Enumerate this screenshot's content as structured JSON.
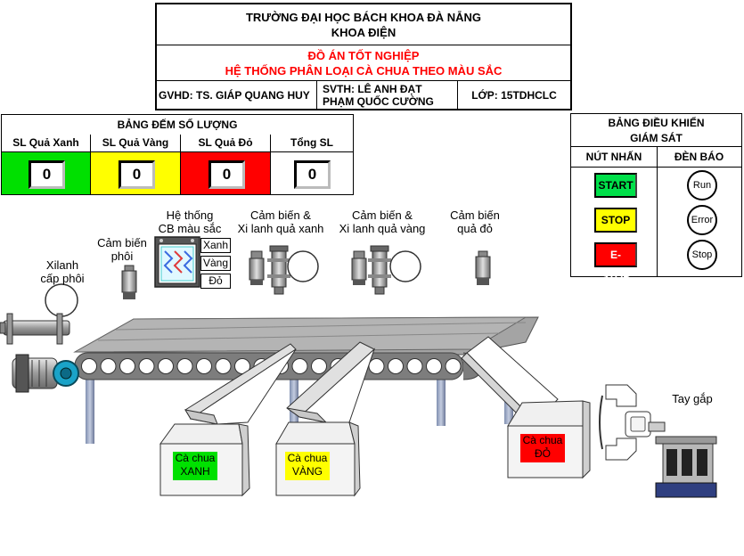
{
  "header": {
    "university": "TRƯỜNG ĐẠI HỌC BÁCH KHOA ĐÀ NẴNG",
    "faculty": "KHOA ĐIỆN",
    "project_line1": "ĐỒ ÁN TỐT NGHIỆP",
    "project_line2": "HỆ THỐNG PHÂN LOẠI CÀ CHUA THEO MÀU SẮC",
    "advisor": "GVHD: TS. GIÁP QUANG HUY",
    "students_line1": "SVTH: LÊ ANH ĐẠT",
    "students_line2": "PHẠM QUỐC CƯỜNG",
    "class": "LỚP: 15TDHCLC"
  },
  "counter": {
    "title": "BẢNG ĐẾM SỐ LƯỢNG",
    "columns": [
      {
        "label": "SL Quả Xanh",
        "value": "0",
        "color": "#00e000",
        "text_color": "#000000"
      },
      {
        "label": "SL Quả Vàng",
        "value": "0",
        "color": "#ffff00",
        "text_color": "#000000"
      },
      {
        "label": "SL Quả Đỏ",
        "value": "0",
        "color": "#ff0000",
        "text_color": "#000000"
      },
      {
        "label": "Tổng SL",
        "value": "0",
        "color": "#ffffff",
        "text_color": "#000000"
      }
    ]
  },
  "control": {
    "title_line1": "BẢNG ĐIỀU KHIỂN",
    "title_line2": "GIÁM SÁT",
    "buttons_header": "NÚT NHẤN",
    "lamps_header": "ĐÈN BÁO",
    "buttons": [
      {
        "label": "START",
        "color": "#00e04a",
        "text_color": "#000000"
      },
      {
        "label": "STOP",
        "color": "#ffff00",
        "text_color": "#000000"
      },
      {
        "label": "E-STOP",
        "color": "#ff0000",
        "text_color": "#ffffff"
      }
    ],
    "lamps": [
      "Run",
      "Error",
      "Stop"
    ]
  },
  "labels": {
    "cylinder_feed_1": "Xilanh",
    "cylinder_feed_2": "cấp phôi",
    "sensor_part_1": "Cảm biến",
    "sensor_part_2": "phôi",
    "color_system_1": "Hệ thống",
    "color_system_2": "CB màu sắc",
    "color_green": "Xanh",
    "color_yellow": "Vàng",
    "color_red": "Đỏ",
    "sensor_green_1": "Cảm biến &",
    "sensor_green_2": "Xi lanh quả xanh",
    "sensor_yellow_1": "Cảm biến &",
    "sensor_yellow_2": "Xi lanh quả vàng",
    "sensor_red_1": "Cảm biến",
    "sensor_red_2": "quả đỏ",
    "gripper": "Tay gắp"
  },
  "bins": [
    {
      "line1": "Cà chua",
      "line2": "XANH",
      "color": "#00e000"
    },
    {
      "line1": "Cà chua",
      "line2": "VÀNG",
      "color": "#ffff00"
    },
    {
      "line1": "Cà chua",
      "line2": "ĐỎ",
      "color": "#ff0000"
    }
  ]
}
